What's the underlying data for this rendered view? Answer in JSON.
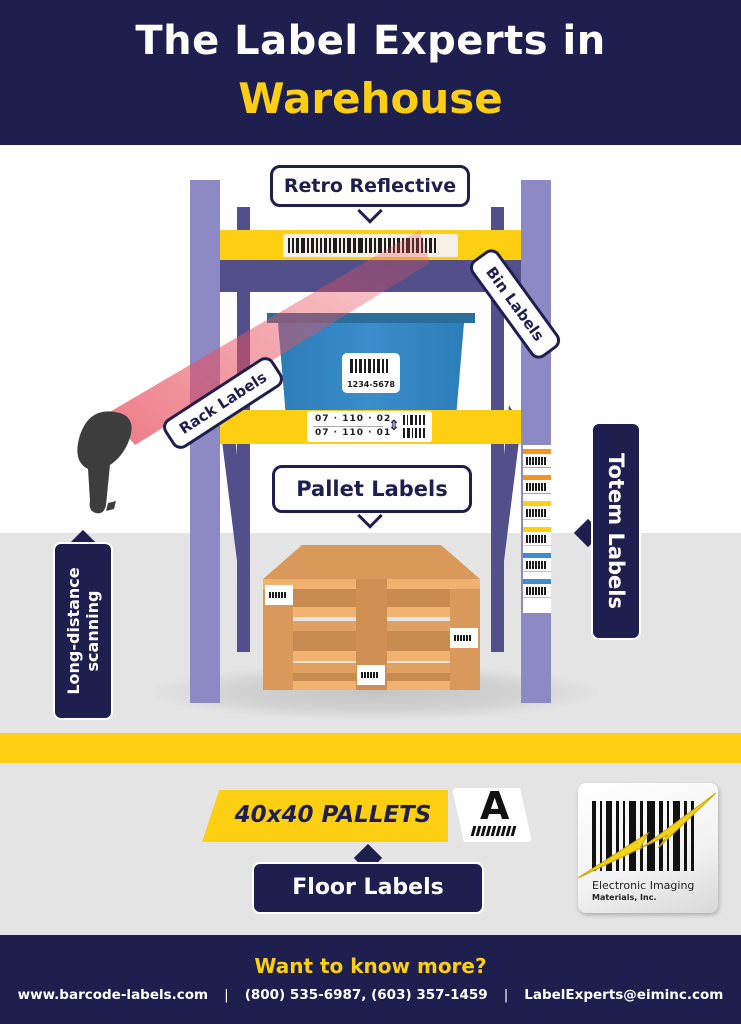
{
  "header": {
    "title_line1": "The Label Experts in",
    "title_line2": "Warehouse"
  },
  "callouts": {
    "retro_reflective": "Retro Reflective",
    "bin_labels": "Bin Labels",
    "rack_labels": "Rack Labels",
    "pallet_labels": "Pallet Labels",
    "totem_labels": "Totem Labels",
    "long_distance_line1": "Long-distance",
    "long_distance_line2": "scanning",
    "floor_labels": "Floor Labels"
  },
  "bin_label": {
    "number": "1234-5678"
  },
  "rack_label": {
    "row1": "07 · 110 · 02",
    "row2": "07 · 110 · 01",
    "arrow_icon": "up-down-arrow-icon"
  },
  "floor_sign": {
    "text": "40x40 PALLETS",
    "letter_sign": "A"
  },
  "logo": {
    "line1": "Electronic Imaging",
    "line2": "Materials, Inc."
  },
  "footer": {
    "question": "Want to know more?",
    "website": "www.barcode-labels.com",
    "phones": "(800) 535-6987, (603) 357-1459",
    "email": "LabelExperts@eiminc.com",
    "separator": "|"
  },
  "colors": {
    "navy": "#1f1f4f",
    "yellow": "#fccf12",
    "rack_purple": "#8d89c5",
    "rack_dark": "#524f8a",
    "bin_blue": "#2c7db8",
    "pallet_wood": "#f0b26e",
    "floor_gray": "#e4e4e4"
  },
  "totem_stripes": [
    "#f7941d",
    "#f7941d",
    "#fccf12",
    "#fccf12",
    "#3b8dcb",
    "#3b8dcb"
  ]
}
